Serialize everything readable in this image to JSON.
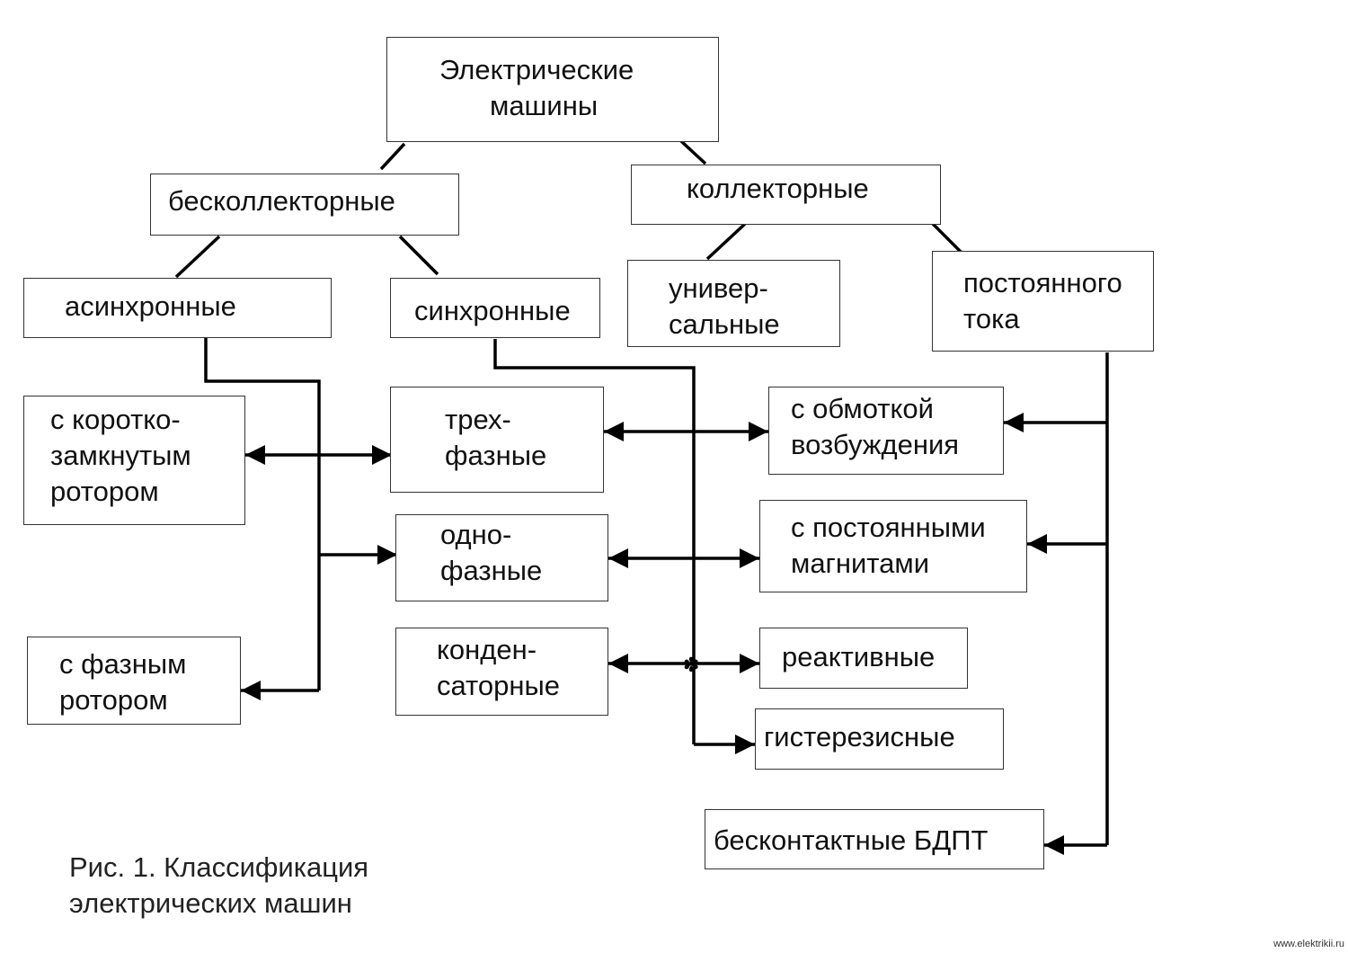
{
  "boxes": {
    "root": {
      "line1": "Электрические",
      "line2": "машины"
    },
    "brushless": {
      "label": "бесколлекторные"
    },
    "commutator": {
      "label": "коллекторные"
    },
    "async": {
      "label": "асинхронные"
    },
    "sync": {
      "label": "синхронные"
    },
    "universal": {
      "line1": "универ-",
      "line2": "сальные"
    },
    "dc": {
      "line1": "постоянного",
      "line2": "тока"
    },
    "squirrel_cage": {
      "line1": "с коротко-",
      "line2": "замкнутым",
      "line3": "ротором"
    },
    "wound_rotor": {
      "line1": "с фазным",
      "line2": "ротором"
    },
    "three_phase": {
      "line1": "трех-",
      "line2": "фазные"
    },
    "single_phase": {
      "line1": "одно-",
      "line2": "фазные"
    },
    "capacitor": {
      "line1": "конден-",
      "line2": "саторные"
    },
    "field_winding": {
      "line1": "с обмоткой",
      "line2": "возбуждения"
    },
    "permanent_magnets": {
      "line1": "с постоянными",
      "line2": "магнитами"
    },
    "reactive": {
      "label": "реактивные"
    },
    "hysteresis": {
      "label": "гистерезисные"
    },
    "bldc": {
      "label": "бесконтактные БДПТ"
    }
  },
  "caption": {
    "line1": "Рис. 1. Классификация",
    "line2": "электрических машин"
  },
  "watermark": "www.elektrikii.ru",
  "colors": {
    "line": "#000000",
    "border": "#333333"
  }
}
